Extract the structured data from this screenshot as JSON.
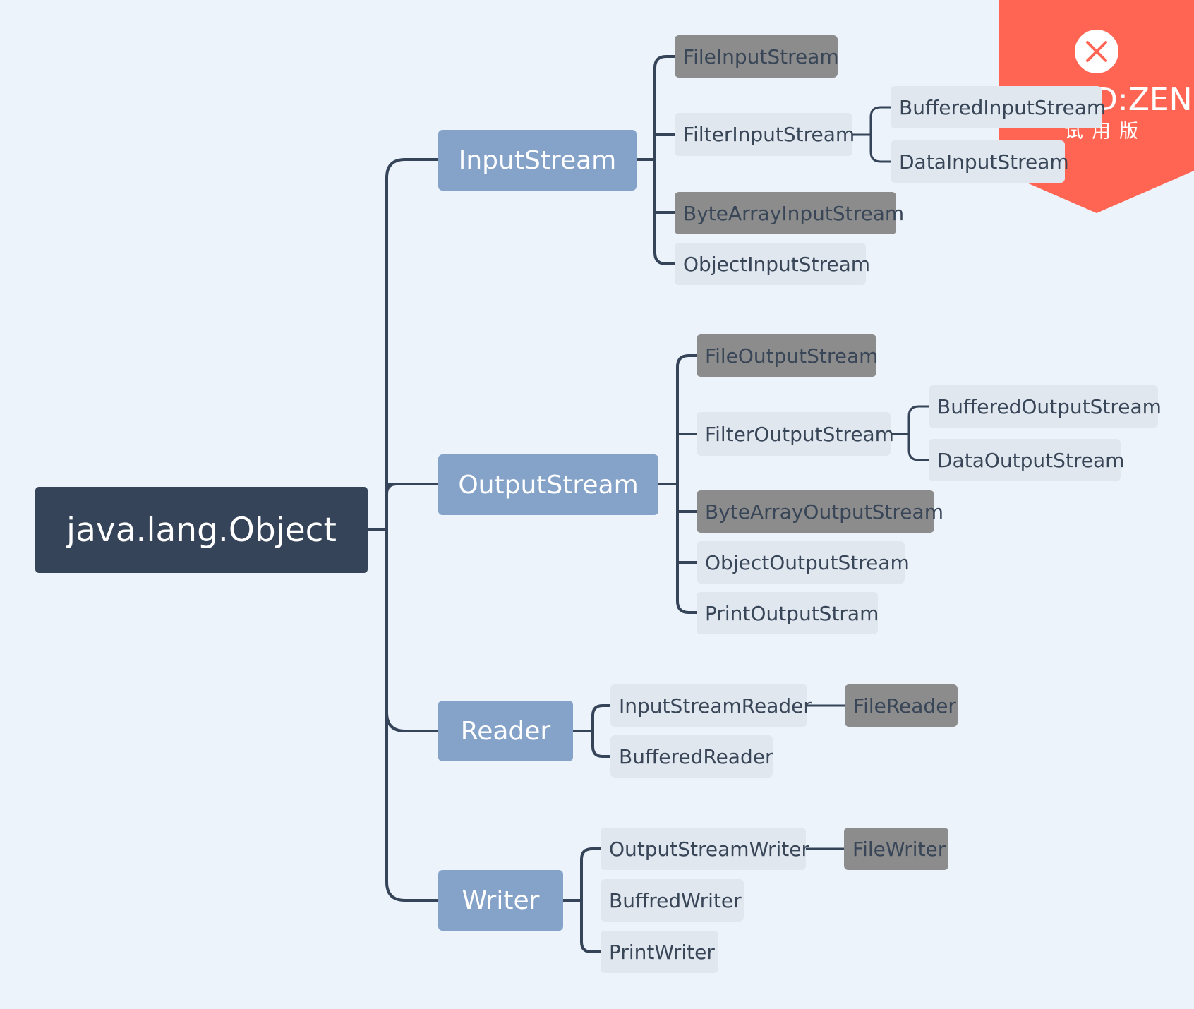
{
  "root": {
    "label": "java.lang.Object"
  },
  "branches": {
    "input_stream": {
      "label": "InputStream",
      "children": {
        "file_input_stream": "FileInputStream",
        "filter_input_stream": "FilterInputStream",
        "buffered_input_stream": "BufferedInputStream",
        "data_input_stream": "DataInputStream",
        "byte_array_input_stream": "ByteArrayInputStream",
        "object_input_stream": "ObjectInputStream"
      }
    },
    "output_stream": {
      "label": "OutputStream",
      "children": {
        "file_output_stream": "FileOutputStream",
        "filter_output_stream": "FilterOutputStream",
        "buffered_output_stream": "BufferedOutputStream",
        "data_output_stream": "DataOutputStream",
        "byte_array_output_stream": "ByteArrayOutputStream",
        "object_output_stream": "ObjectOutputStream",
        "print_output_stream": "PrintOutputStram"
      }
    },
    "reader": {
      "label": "Reader",
      "children": {
        "input_stream_reader": "InputStreamReader",
        "file_reader": "FileReader",
        "buffered_reader": "BufferedReader"
      }
    },
    "writer": {
      "label": "Writer",
      "children": {
        "output_stream_writer": "OutputStreamWriter",
        "file_writer": "FileWriter",
        "buffred_writer": "BuffredWriter",
        "print_writer": "PrintWriter"
      }
    }
  },
  "watermark": {
    "brand_text": "D:ZEN",
    "sub_text": "试用版"
  },
  "colors": {
    "background": "#edf3fa",
    "root": "#354459",
    "main_topic": "#85a2c9",
    "sub_topic": "#e1e7ef",
    "highlighted_topic": "#8c8c8c",
    "connector": "#354459",
    "watermark": "#ff6552"
  }
}
